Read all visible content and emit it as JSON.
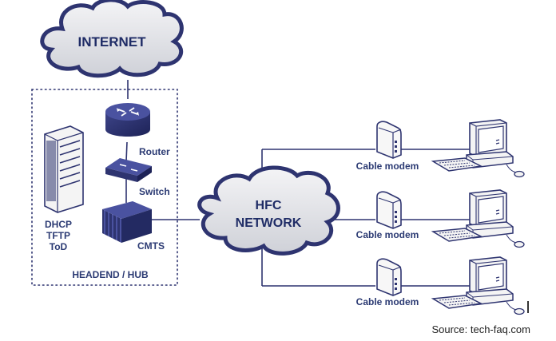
{
  "internet_cloud": {
    "label": "INTERNET"
  },
  "hfc_cloud": {
    "line1": "HFC",
    "line2": "NETWORK"
  },
  "headend": {
    "title": "HEADEND / HUB",
    "router_label": "Router",
    "switch_label": "Switch",
    "cmts_label": "CMTS",
    "server_labels": [
      "DHCP",
      "TFTP",
      "ToD"
    ]
  },
  "subscribers": [
    {
      "modem_label": "Cable modem"
    },
    {
      "modem_label": "Cable modem"
    },
    {
      "modem_label": "Cable modem"
    }
  ],
  "source": "Source: tech-faq.com",
  "colors": {
    "device_navy": "#2e3470",
    "label_blue": "#2b3a73",
    "cloud_fill": "#e2e3e7"
  }
}
